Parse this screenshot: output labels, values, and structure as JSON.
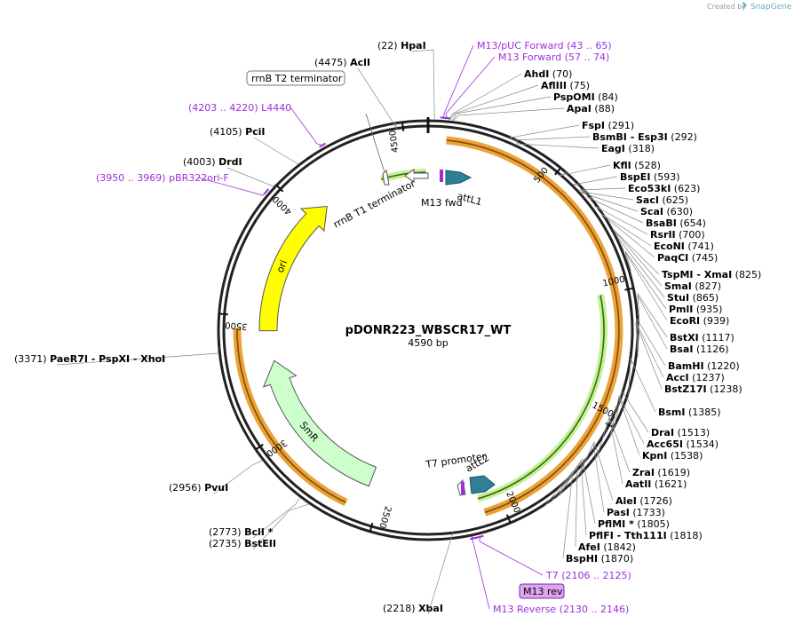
{
  "header": {
    "credit": "Created by",
    "brand": "SnapGene"
  },
  "plasmid": {
    "name": "pDONR223_WBSCR17_WT",
    "size_label": "4590 bp",
    "length": 4590
  },
  "colors": {
    "backbone": "#222222",
    "primer": "#9b30d9",
    "ori": "#ffff00",
    "smr": "#ccffcc",
    "orange_feature": "#f7c97a",
    "green_feature": "#c7ef9a",
    "att": "#2f7f96"
  },
  "ticks": [
    {
      "bp": 500,
      "label": "500"
    },
    {
      "bp": 1000,
      "label": "1000"
    },
    {
      "bp": 1500,
      "label": "1500"
    },
    {
      "bp": 2000,
      "label": "2000"
    },
    {
      "bp": 2500,
      "label": "2500"
    },
    {
      "bp": 3000,
      "label": "3000"
    },
    {
      "bp": 3500,
      "label": "3500"
    },
    {
      "bp": 4000,
      "label": "4000"
    },
    {
      "bp": 4500,
      "label": "4500"
    }
  ],
  "sites": [
    {
      "pos": "(22)",
      "name": "HpaI",
      "bp": 22
    },
    {
      "name": "AhdI",
      "pos": "(70)",
      "bp": 70
    },
    {
      "name": "AflIII",
      "pos": "(75)",
      "bp": 75
    },
    {
      "name": "PspOMI",
      "pos": "(84)",
      "bp": 84
    },
    {
      "name": "ApaI",
      "pos": "(88)",
      "bp": 88
    },
    {
      "name": "FspI",
      "pos": "(291)",
      "bp": 291
    },
    {
      "name": "BsmBI  - Esp3I",
      "pos": "(292)",
      "bp": 292
    },
    {
      "name": "EagI",
      "pos": "(318)",
      "bp": 318
    },
    {
      "name": "KflI",
      "pos": "(528)",
      "bp": 528
    },
    {
      "name": "BspEI",
      "pos": "(593)",
      "bp": 593
    },
    {
      "name": "Eco53kI",
      "pos": "(623)",
      "bp": 623
    },
    {
      "name": "SacI",
      "pos": "(625)",
      "bp": 625
    },
    {
      "name": "ScaI",
      "pos": "(630)",
      "bp": 630
    },
    {
      "name": "BsaBI",
      "pos": "(654)",
      "bp": 654
    },
    {
      "name": "RsrII",
      "pos": "(700)",
      "bp": 700
    },
    {
      "name": "EcoNI",
      "pos": "(741)",
      "bp": 741
    },
    {
      "name": "PaqCI",
      "pos": "(745)",
      "bp": 745
    },
    {
      "name": "TspMI  - XmaI",
      "pos": "(825)",
      "bp": 825
    },
    {
      "name": "SmaI",
      "pos": "(827)",
      "bp": 827
    },
    {
      "name": "StuI",
      "pos": "(865)",
      "bp": 865
    },
    {
      "name": "PmlI",
      "pos": "(935)",
      "bp": 935
    },
    {
      "name": "EcoRI",
      "pos": "(939)",
      "bp": 939
    },
    {
      "name": "BstXI",
      "pos": "(1117)",
      "bp": 1117
    },
    {
      "name": "BsaI",
      "pos": "(1126)",
      "bp": 1126
    },
    {
      "name": "BamHI",
      "pos": "(1220)",
      "bp": 1220
    },
    {
      "name": "AccI",
      "pos": "(1237)",
      "bp": 1237
    },
    {
      "name": "BstZ17I",
      "pos": "(1238)",
      "bp": 1238
    },
    {
      "name": "BsmI",
      "pos": "(1385)",
      "bp": 1385
    },
    {
      "name": "DraI",
      "pos": "(1513)",
      "bp": 1513
    },
    {
      "name": "Acc65I",
      "pos": "(1534)",
      "bp": 1534
    },
    {
      "name": "KpnI",
      "pos": "(1538)",
      "bp": 1538
    },
    {
      "name": "ZraI",
      "pos": "(1619)",
      "bp": 1619
    },
    {
      "name": "AatII",
      "pos": "(1621)",
      "bp": 1621
    },
    {
      "name": "AleI",
      "pos": "(1726)",
      "bp": 1726
    },
    {
      "name": "PasI",
      "pos": "(1733)",
      "bp": 1733
    },
    {
      "name": "PflMI *",
      "pos": "(1805)",
      "bp": 1805
    },
    {
      "name": "PflFI  - Tth111I",
      "pos": "(1818)",
      "bp": 1818
    },
    {
      "name": "AfeI",
      "pos": "(1842)",
      "bp": 1842
    },
    {
      "name": "BspHI",
      "pos": "(1870)",
      "bp": 1870
    },
    {
      "pos": "(2218)",
      "name": "XbaI",
      "bp": 2218
    },
    {
      "pos": "(2735)",
      "name": "BstEII",
      "bp": 2735
    },
    {
      "pos": "(2773)",
      "name": "BclI *",
      "bp": 2773
    },
    {
      "pos": "(2956)",
      "name": "PvuI",
      "bp": 2956
    },
    {
      "pos": "(3371)",
      "name": "PaeR7I  - PspXI  - XhoI",
      "bp": 3371
    },
    {
      "pos": "(4003)",
      "name": "DrdI",
      "bp": 4003
    },
    {
      "pos": "(4105)",
      "name": "PciI",
      "bp": 4105
    },
    {
      "pos": "(4475)",
      "name": "AclI",
      "bp": 4475
    }
  ],
  "primers": [
    {
      "name": "M13/pUC Forward",
      "range": "(43 .. 65)",
      "bp": 54
    },
    {
      "name": "M13 Forward",
      "range": "(57 .. 74)",
      "bp": 65
    },
    {
      "name": "T7",
      "range": "(2106 .. 2125)",
      "bp": 2115
    },
    {
      "name": "M13 Reverse",
      "range": "(2130 .. 2146)",
      "bp": 2138
    },
    {
      "range": "(4203 .. 4220)",
      "name": "L4440",
      "bp": 4211
    },
    {
      "range": "(3950 .. 3969)",
      "name": "pBR322ori-F",
      "bp": 3960
    }
  ],
  "boxed_labels": {
    "rrnb_t2": "rrnB T2 terminator",
    "m13_rev": "M13 rev"
  },
  "features": {
    "rrnb_t1": "rrnB T1 terminator",
    "m13_fwd": "M13 fwd",
    "attl1": "attL1",
    "t7_promoter": "T7 promoter",
    "attl2": "attL2",
    "ori": "ori",
    "smr": "SmR"
  }
}
